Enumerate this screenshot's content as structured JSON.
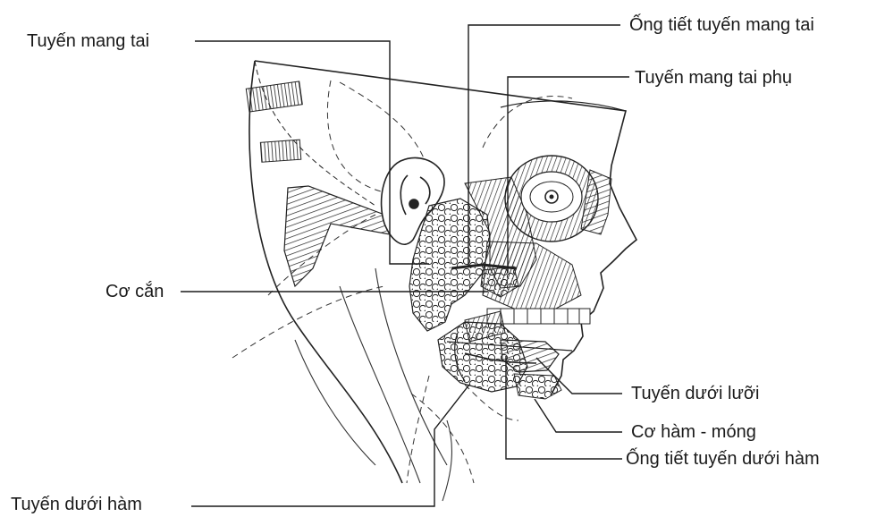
{
  "labels": {
    "tuyen_mang_tai": "Tuyến mang tai",
    "ong_tiet_tuyen_mang_tai": "Ống tiết tuyến mang tai",
    "tuyen_mang_tai_phu": "Tuyến mang tai phụ",
    "co_can": "Cơ cắn",
    "tuyen_duoi_luoi": "Tuyến dưới lưỡi",
    "co_ham_mong": "Cơ hàm - móng",
    "ong_tiet_tuyen_duoi_ham": "Ống tiết tuyến dưới hàm",
    "tuyen_duoi_ham": "Tuyến dưới hàm"
  },
  "colors": {
    "ink": "#1a1a1a",
    "background": "#ffffff"
  }
}
